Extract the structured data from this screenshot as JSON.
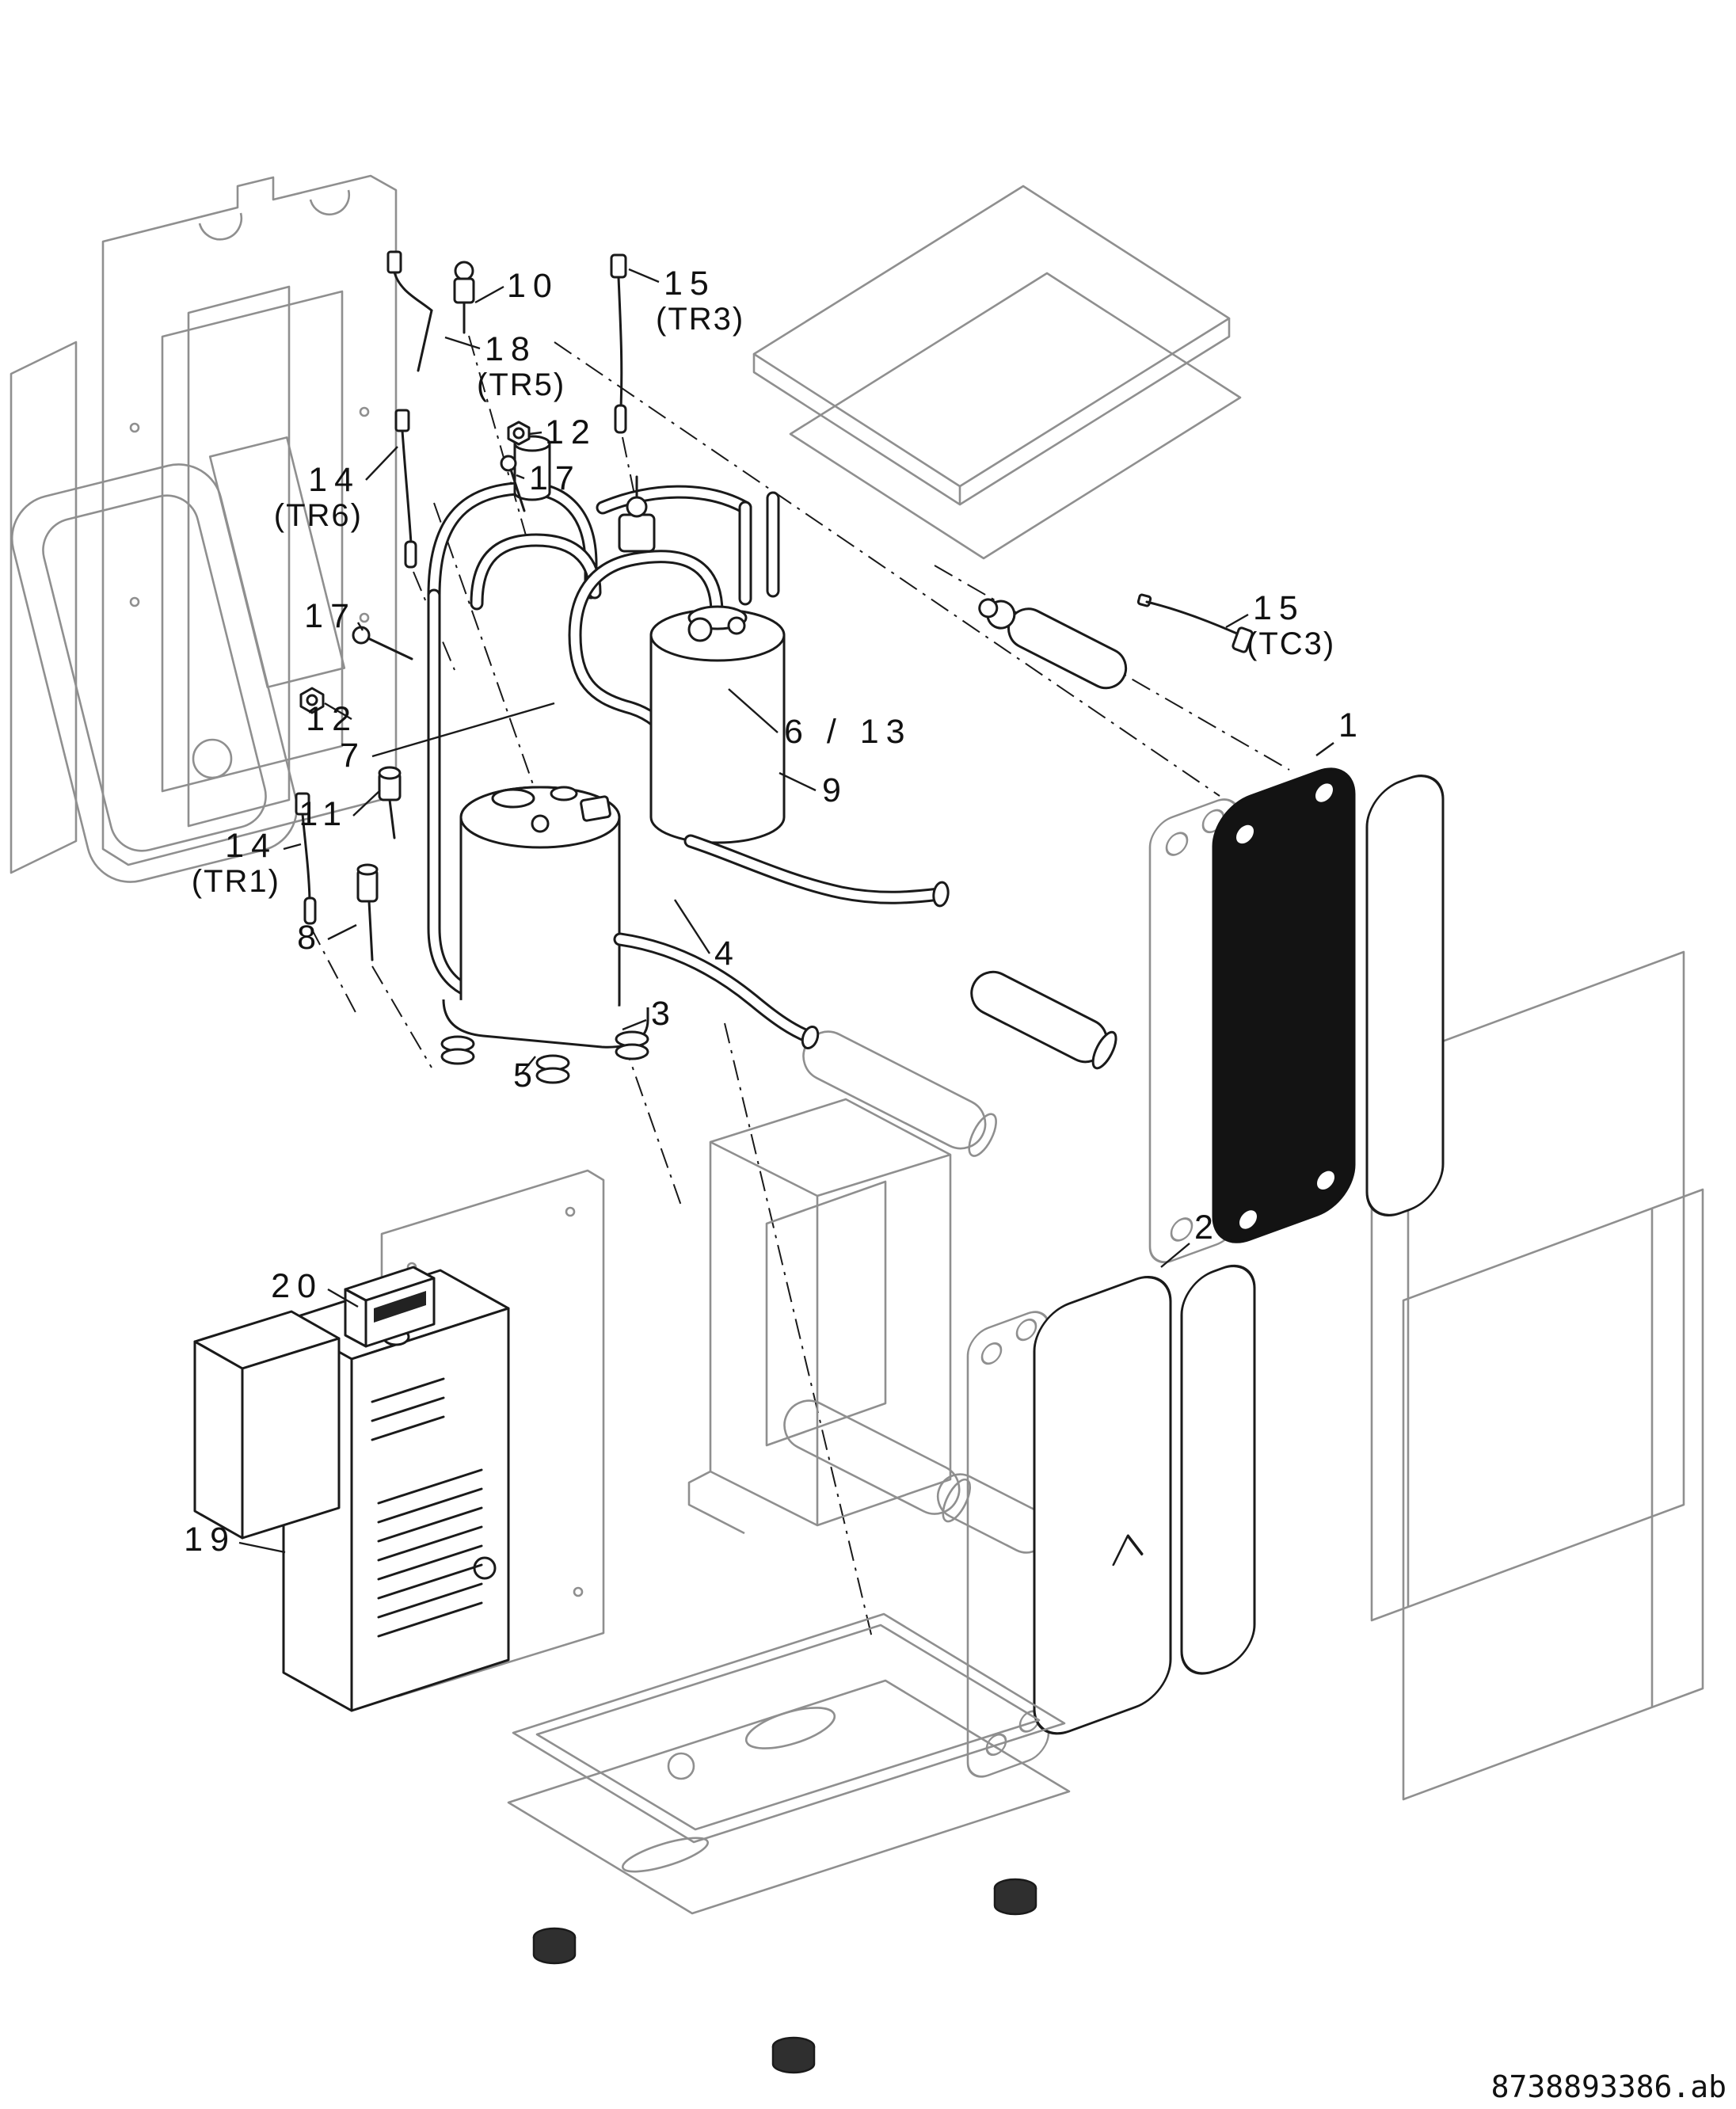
{
  "diagram": {
    "type": "exploded-parts-diagram",
    "background": "#ffffff",
    "line_dark": "#1a1a1a",
    "line_gray": "#8f8f8f",
    "heat_exchanger_fill": "#131313"
  },
  "callouts": [
    {
      "id": "part-10",
      "num": "10"
    },
    {
      "id": "part-15-tr3",
      "num": "15",
      "sub": "(TR3)"
    },
    {
      "id": "part-18-tr5",
      "num": "18",
      "sub": "(TR5)"
    },
    {
      "id": "part-12-upper",
      "num": "12"
    },
    {
      "id": "part-17-upper",
      "num": "17"
    },
    {
      "id": "part-14-tr6",
      "num": "14",
      "sub": "(TR6)"
    },
    {
      "id": "part-17-left",
      "num": "17"
    },
    {
      "id": "part-12-left",
      "num": "12"
    },
    {
      "id": "part-7",
      "num": "7"
    },
    {
      "id": "part-11",
      "num": "11"
    },
    {
      "id": "part-14-tr1",
      "num": "14",
      "sub": "(TR1)"
    },
    {
      "id": "part-8",
      "num": "8"
    },
    {
      "id": "part-6-13",
      "num": "6 / 13"
    },
    {
      "id": "part-9",
      "num": "9"
    },
    {
      "id": "part-15-tc3",
      "num": "15",
      "sub": "(TC3)"
    },
    {
      "id": "part-1",
      "num": "1"
    },
    {
      "id": "part-4",
      "num": "4"
    },
    {
      "id": "part-3",
      "num": "3"
    },
    {
      "id": "part-5",
      "num": "5"
    },
    {
      "id": "part-2",
      "num": "2"
    },
    {
      "id": "part-20",
      "num": "20"
    },
    {
      "id": "part-19",
      "num": "19"
    }
  ],
  "footer": {
    "document_number": "8738893386.ab"
  }
}
